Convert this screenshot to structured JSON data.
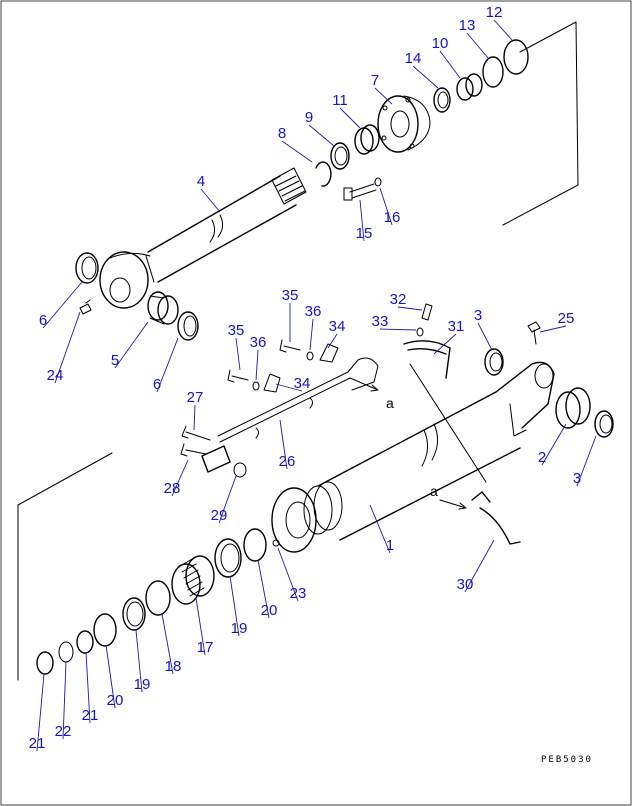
{
  "diagram": {
    "drawing_code": "PEB5030",
    "view_marks": [
      "a",
      "a"
    ],
    "callouts": [
      "1",
      "2",
      "3",
      "3",
      "4",
      "5",
      "6",
      "6",
      "7",
      "8",
      "9",
      "10",
      "11",
      "12",
      "13",
      "14",
      "15",
      "16",
      "17",
      "18",
      "19",
      "19",
      "20",
      "20",
      "21",
      "21",
      "22",
      "23",
      "24",
      "25",
      "26",
      "27",
      "28",
      "29",
      "30",
      "31",
      "32",
      "33",
      "34",
      "34",
      "35",
      "35",
      "36",
      "36"
    ]
  }
}
